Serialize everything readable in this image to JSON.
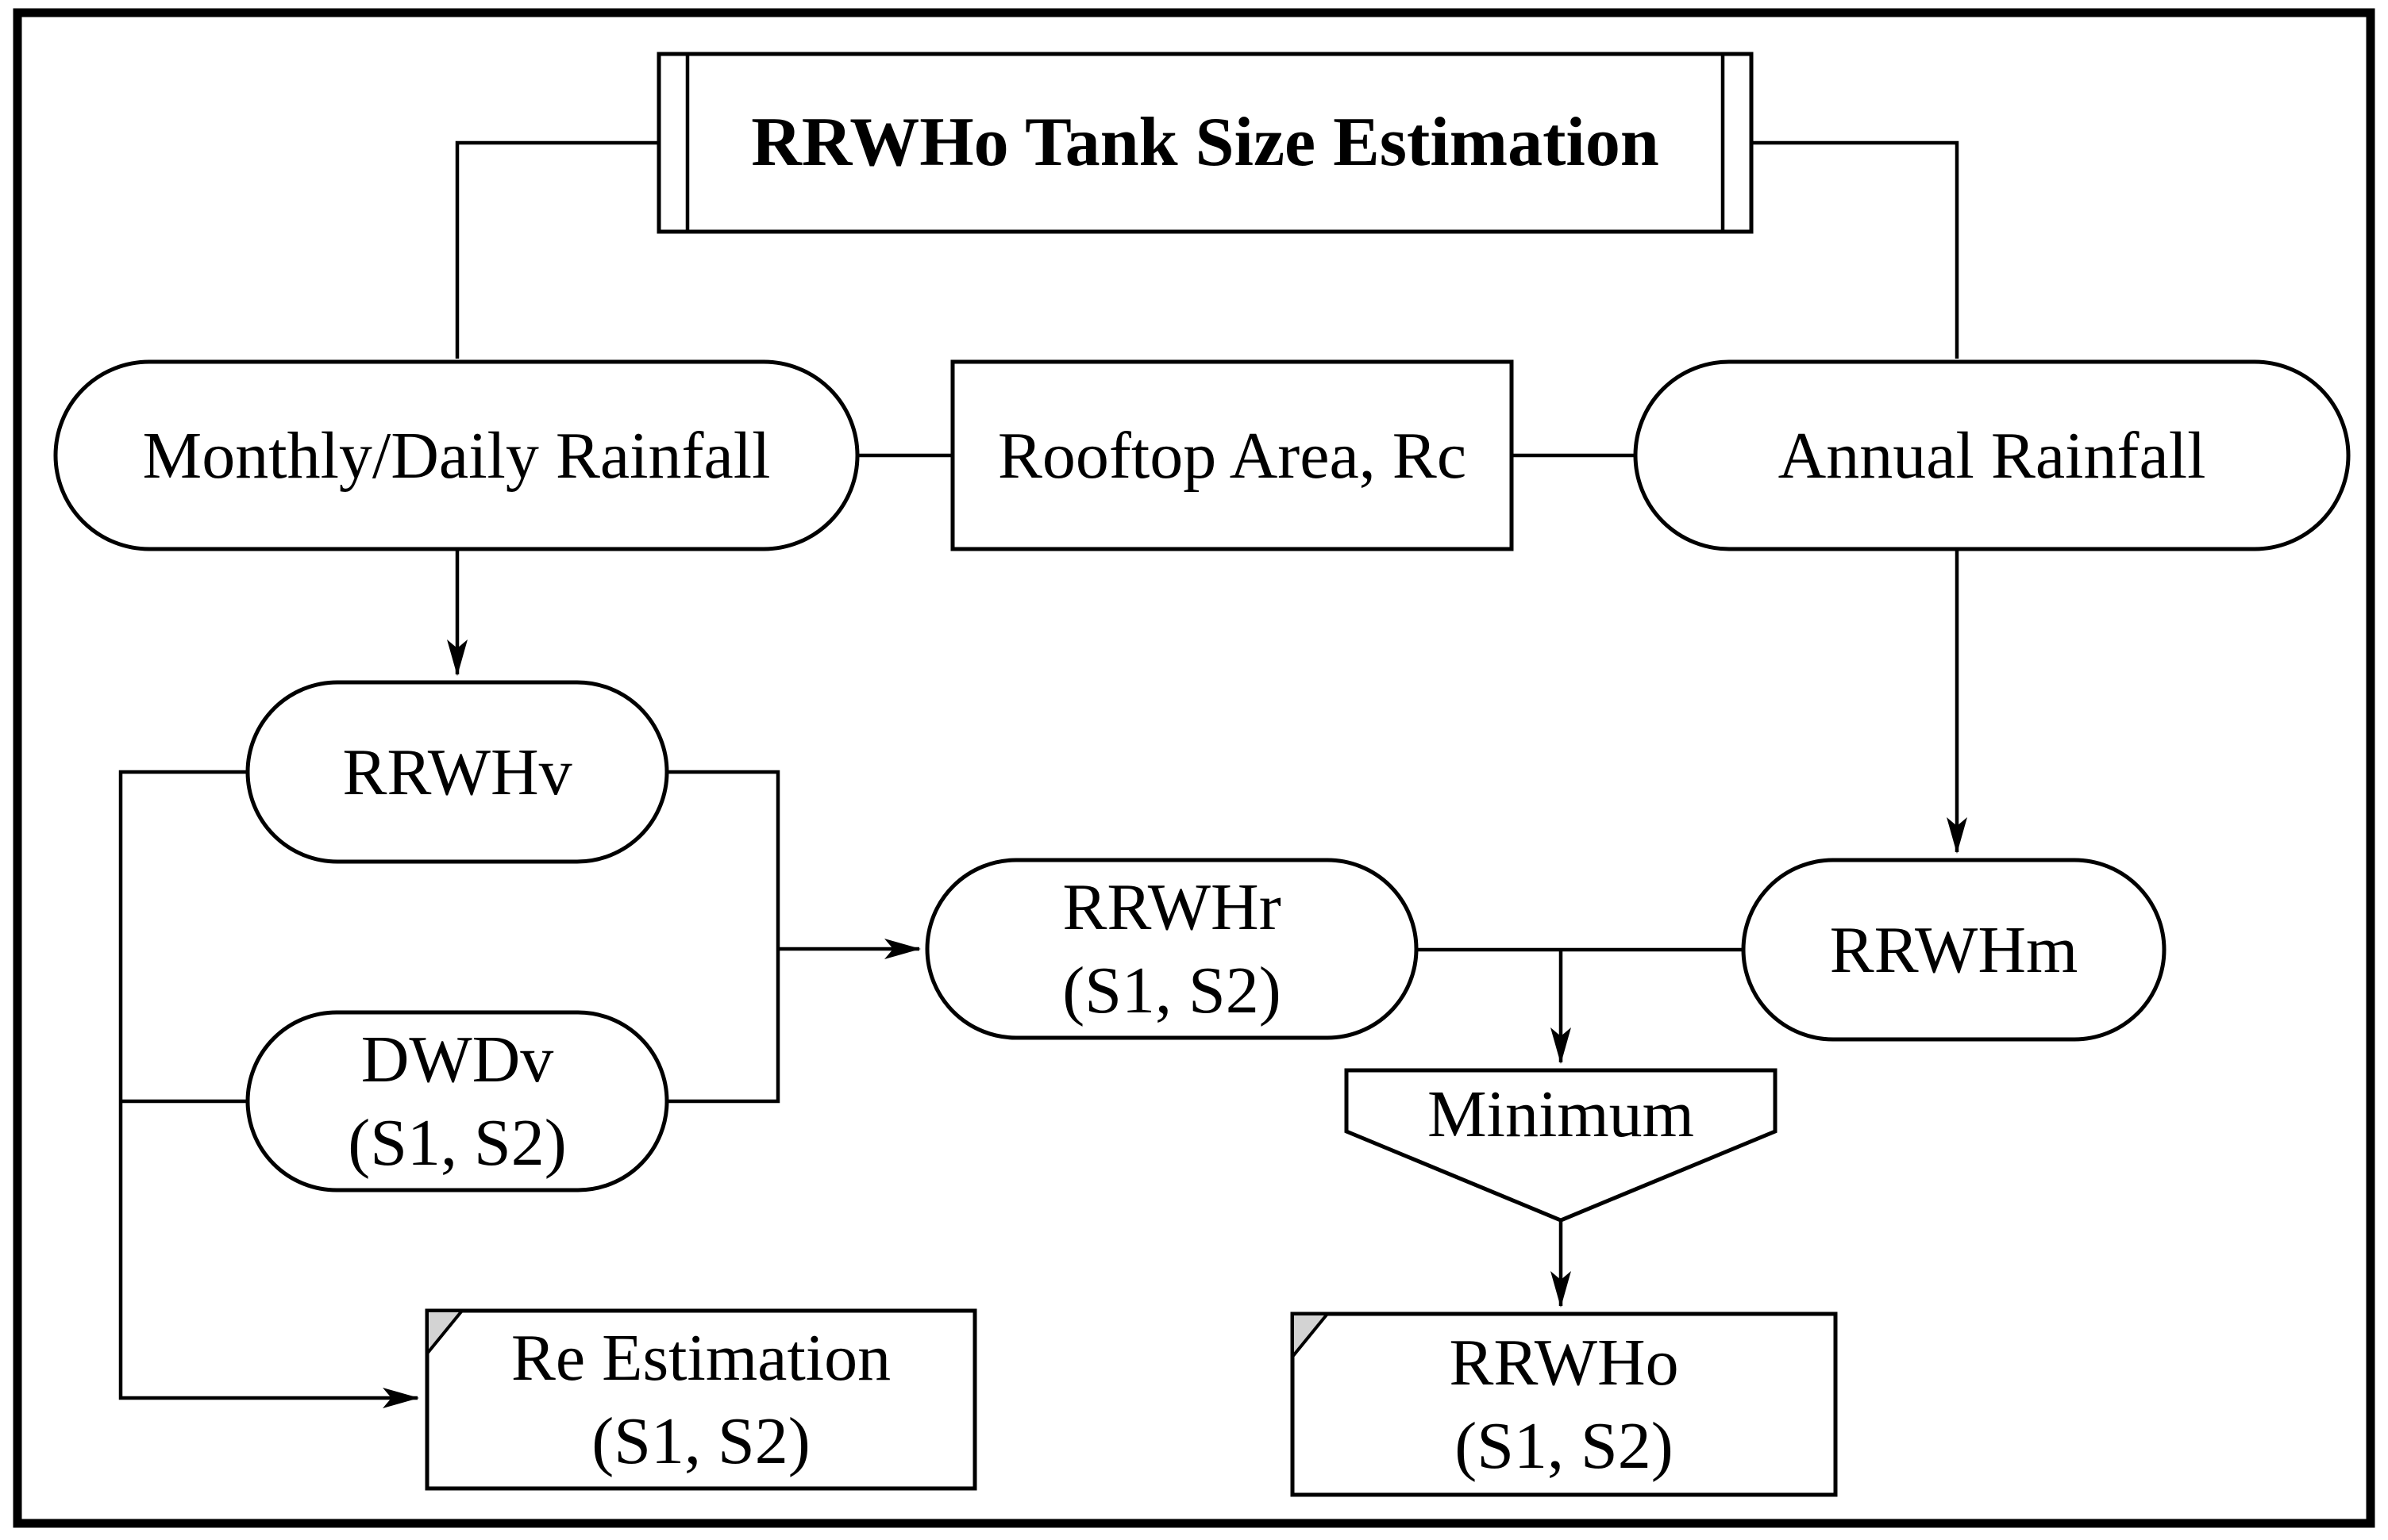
{
  "diagram": {
    "title": "RRWHo Tank Size Estimation",
    "nodes": {
      "monthly": {
        "label": "Monthly/Daily Rainfall",
        "shape": "stadium"
      },
      "rooftop": {
        "label": "Rooftop Area, Rc",
        "shape": "rectangle"
      },
      "annual": {
        "label": "Annual Rainfall",
        "shape": "stadium"
      },
      "rrwhv": {
        "label": "RRWHv",
        "shape": "stadium"
      },
      "dwdv": {
        "label": "DWDv",
        "sublabel": "(S1, S2)",
        "shape": "stadium"
      },
      "rrwhr": {
        "label": "RRWHr",
        "sublabel": "(S1, S2)",
        "shape": "stadium"
      },
      "rrwhm": {
        "label": "RRWHm",
        "shape": "stadium"
      },
      "minimum": {
        "label": "Minimum",
        "shape": "merge-pentagon"
      },
      "re_estimation": {
        "label": "Re Estimation",
        "sublabel": "(S1, S2)",
        "shape": "card-folded-corner"
      },
      "rrwho": {
        "label": "RRWHo",
        "sublabel": "(S1, S2)",
        "shape": "card-folded-corner"
      }
    },
    "colors": {
      "stroke": "#000000",
      "background": "#ffffff",
      "fold_corner": "#d3d3d3"
    }
  }
}
